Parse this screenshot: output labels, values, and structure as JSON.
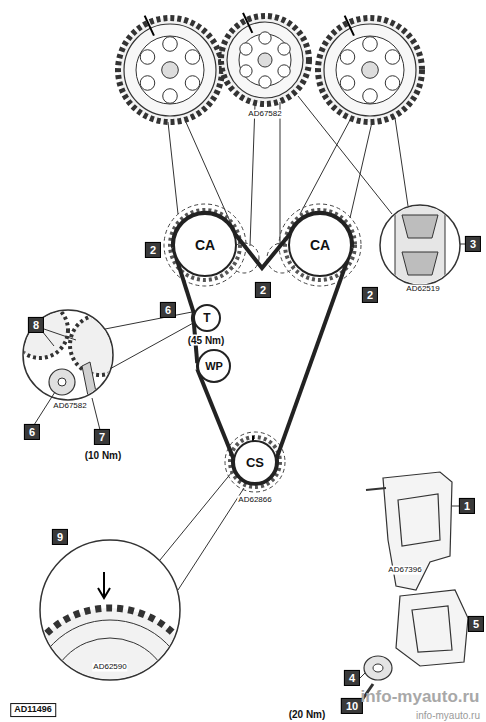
{
  "diagram": {
    "nodes": [
      {
        "text": [
          "CA"
        ]
      },
      {
        "text": [
          "CA"
        ]
      },
      {
        "text": [
          "T"
        ]
      },
      {
        "text": [
          "WP"
        ]
      },
      {
        "text": [
          "CS"
        ]
      }
    ],
    "edges": [
      {
        "from": 0,
        "to": 2,
        "arrow": "none"
      },
      {
        "from": 2,
        "to": 3,
        "arrow": "none"
      },
      {
        "from": 3,
        "to": 4,
        "arrow": "none"
      },
      {
        "from": 4,
        "to": 1,
        "arrow": "none"
      },
      {
        "from": 1,
        "to": 0,
        "arrow": "none"
      }
    ],
    "labels": [
      "2",
      "2",
      "2",
      "3",
      "6",
      "(45 Nm)",
      "8",
      "6",
      "7",
      "(10 Nm)",
      "AD67582",
      "AD62519",
      "AD67582",
      "AD62866",
      "9",
      "AD62590",
      "1",
      "AD67396",
      "5",
      "4",
      "10",
      "(20 Nm)",
      "AD11496",
      "info-myauto.ru",
      "info-myauto.ru"
    ]
  }
}
